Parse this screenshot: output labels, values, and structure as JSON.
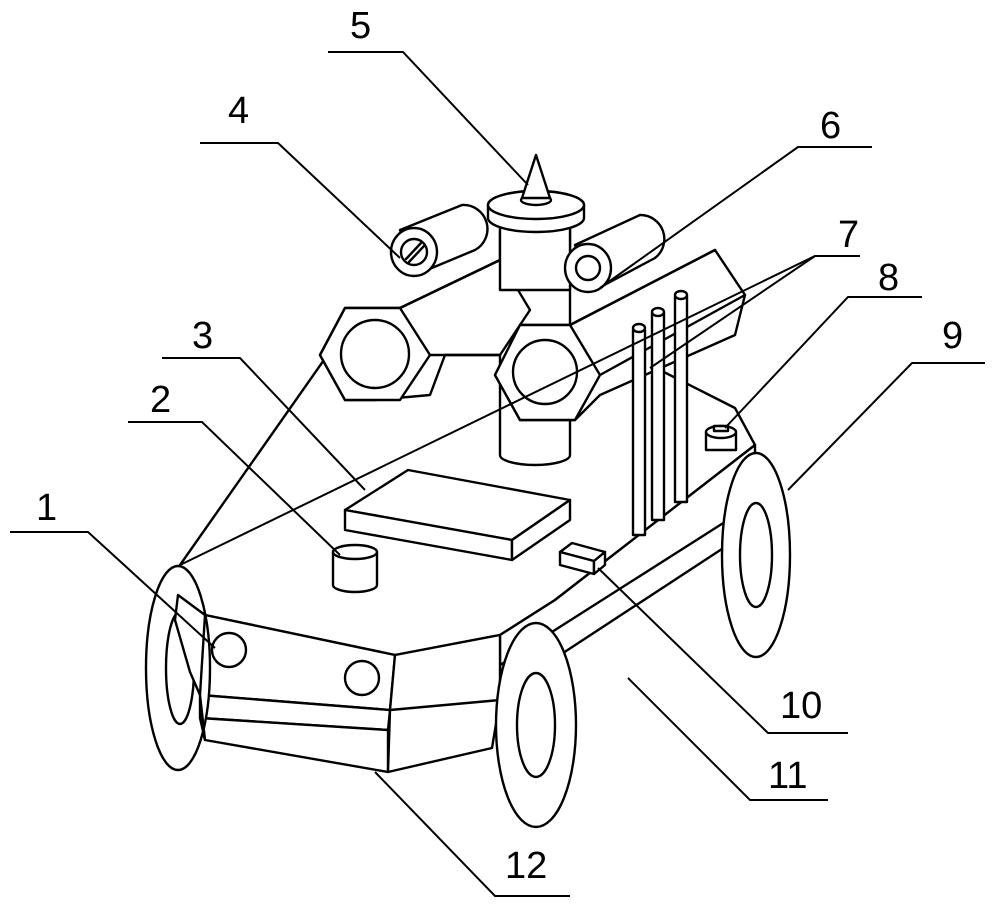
{
  "callouts": [
    {
      "id": "1",
      "text": "1"
    },
    {
      "id": "2",
      "text": "2"
    },
    {
      "id": "3",
      "text": "3"
    },
    {
      "id": "4",
      "text": "4"
    },
    {
      "id": "5",
      "text": "5"
    },
    {
      "id": "6",
      "text": "6"
    },
    {
      "id": "7",
      "text": "7"
    },
    {
      "id": "8",
      "text": "8"
    },
    {
      "id": "9",
      "text": "9"
    },
    {
      "id": "10",
      "text": "10"
    },
    {
      "id": "11",
      "text": "11"
    },
    {
      "id": "12",
      "text": "12"
    }
  ],
  "colors": {
    "stroke": "#000000",
    "background": "#ffffff"
  }
}
